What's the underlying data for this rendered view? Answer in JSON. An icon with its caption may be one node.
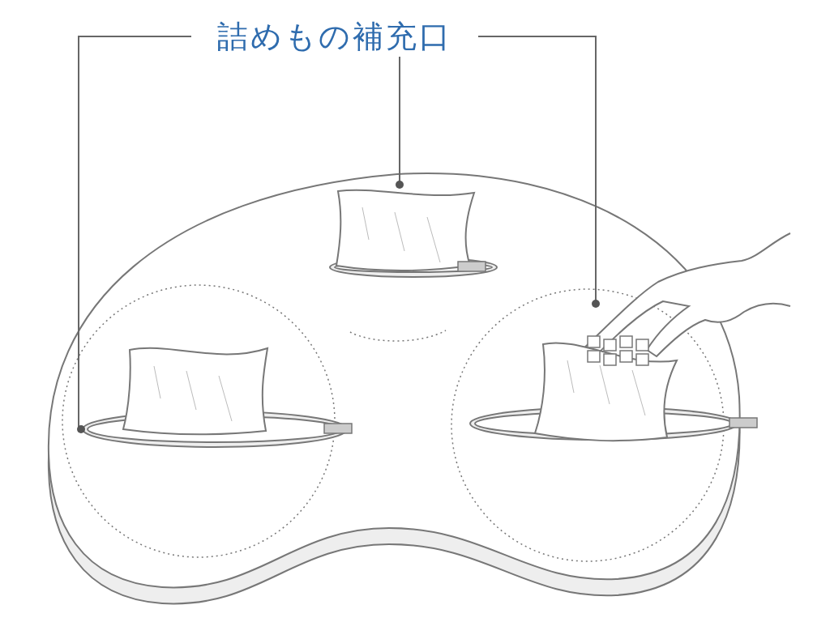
{
  "diagram": {
    "nodes": [
      {
        "text": [
          "詰めもの補充口"
        ]
      },
      {
        "text": [],
        "shape": "bag"
      },
      {
        "text": [],
        "shape": "bag"
      },
      {
        "text": [],
        "shape": "bag"
      }
    ],
    "edges": [
      {
        "from": 0,
        "to": 1,
        "arrow": "other"
      },
      {
        "from": 0,
        "to": 2,
        "arrow": "other"
      },
      {
        "from": 0,
        "to": 3,
        "arrow": "other"
      }
    ]
  }
}
